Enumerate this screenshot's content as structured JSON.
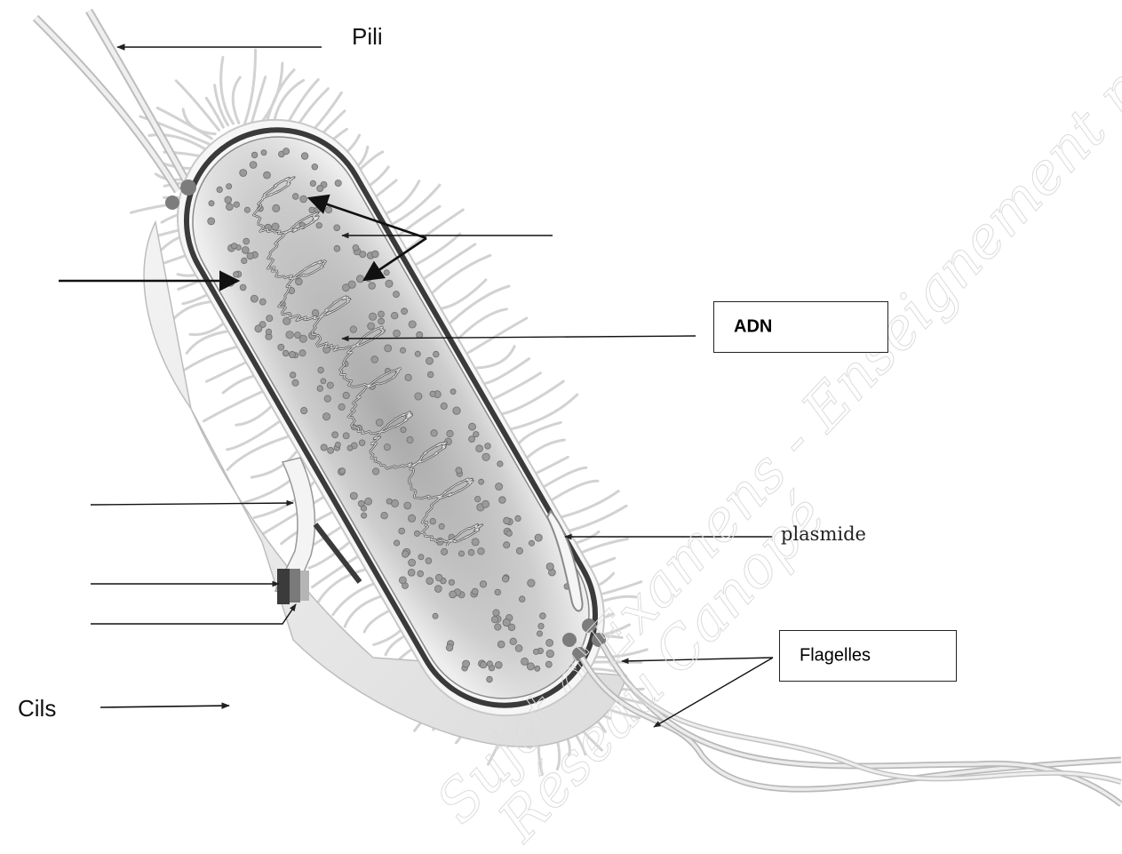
{
  "labels": {
    "pili": "Pili",
    "adn": "ADN",
    "plasmide": "plasmide",
    "flagelles": "Flagelles",
    "cils": "Cils"
  },
  "watermark": {
    "line1": "Sujet d'Examens - Enseignement professionnel",
    "line2": "Réseau Canopé"
  },
  "colors": {
    "outline": "#2e2e2e",
    "membrane": "#555555",
    "capsule": "#e6e6e6",
    "ribosome": "#8e8e8e",
    "dna": "#5a5a5a",
    "pilus": "#cfcfcf"
  }
}
